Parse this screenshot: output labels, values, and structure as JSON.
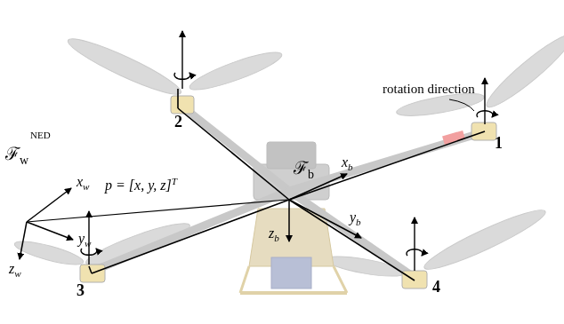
{
  "diagram": {
    "labels": [
      "rotation direction",
      "2",
      "1",
      "ℱb",
      "xb",
      "yb",
      "zb",
      "p = [x, y, z]T",
      "ℱw",
      "NED",
      "xw",
      "yw",
      "zw",
      "3",
      "4"
    ]
  }
}
